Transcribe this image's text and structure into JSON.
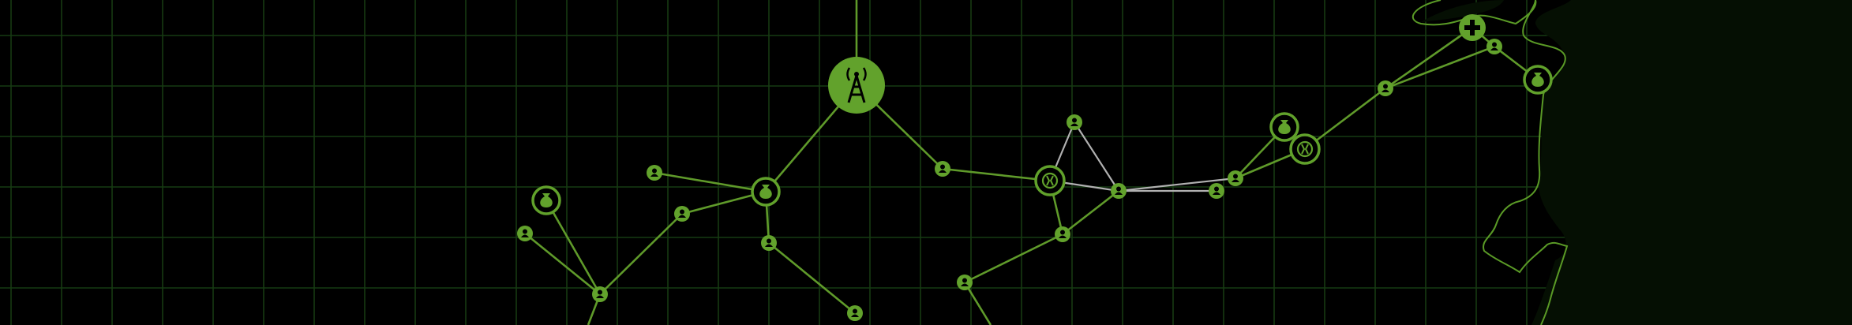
{
  "map": {
    "colors": {
      "background": "#000000",
      "grid": "#163a12",
      "link": "#5f9a2a",
      "special_link": "#b1b1b1",
      "node": "#62a22c",
      "coast": "#5a9a26"
    },
    "nodes": [
      {
        "id": "tower",
        "kind": "tower",
        "icon": "radio-tower-icon"
      },
      {
        "id": "hub-left",
        "kind": "bag",
        "icon": "money-bag-icon"
      },
      {
        "id": "bag-far-left",
        "kind": "bag",
        "icon": "money-bag-icon"
      },
      {
        "id": "bag-mid-right",
        "kind": "bag",
        "icon": "money-bag-icon"
      },
      {
        "id": "bag-coast",
        "kind": "bag",
        "icon": "money-bag-icon"
      },
      {
        "id": "virus-center",
        "kind": "virus",
        "icon": "virus-icon"
      },
      {
        "id": "virus-right",
        "kind": "virus",
        "icon": "virus-icon"
      },
      {
        "id": "medical",
        "kind": "medical",
        "icon": "medical-cross-icon"
      },
      {
        "id": "p1",
        "kind": "person",
        "icon": "person-icon"
      },
      {
        "id": "p2",
        "kind": "person",
        "icon": "person-icon"
      },
      {
        "id": "p3",
        "kind": "person",
        "icon": "person-icon"
      },
      {
        "id": "p4",
        "kind": "person",
        "icon": "person-icon"
      },
      {
        "id": "p5",
        "kind": "person",
        "icon": "person-icon"
      },
      {
        "id": "p6",
        "kind": "person",
        "icon": "person-icon"
      },
      {
        "id": "p7",
        "kind": "person",
        "icon": "person-icon"
      },
      {
        "id": "p8",
        "kind": "person",
        "icon": "person-icon"
      },
      {
        "id": "p9",
        "kind": "person",
        "icon": "person-icon"
      },
      {
        "id": "p10",
        "kind": "person",
        "icon": "person-icon"
      },
      {
        "id": "p11",
        "kind": "person",
        "icon": "person-icon"
      },
      {
        "id": "p12",
        "kind": "person",
        "icon": "person-icon"
      },
      {
        "id": "p13",
        "kind": "person",
        "icon": "person-icon"
      },
      {
        "id": "p14",
        "kind": "person",
        "icon": "person-icon"
      },
      {
        "id": "p15",
        "kind": "person",
        "icon": "person-icon"
      },
      {
        "id": "p16",
        "kind": "person",
        "icon": "person-icon"
      }
    ],
    "links": [
      {
        "from": "tower",
        "to": "top-edge"
      },
      {
        "from": "tower",
        "to": "hub-left"
      },
      {
        "from": "tower",
        "to": "p5"
      },
      {
        "from": "hub-left",
        "to": "p1"
      },
      {
        "from": "hub-left",
        "to": "p2"
      },
      {
        "from": "hub-left",
        "to": "p3"
      },
      {
        "from": "p2",
        "to": "p4"
      },
      {
        "from": "p3",
        "to": "p6"
      },
      {
        "from": "p4",
        "to": "bag-far-left"
      },
      {
        "from": "p4",
        "to": "p7"
      },
      {
        "from": "p4",
        "to": "bottom-edge-a"
      },
      {
        "from": "p5",
        "to": "virus-center"
      },
      {
        "from": "virus-center",
        "to": "p8",
        "special": true
      },
      {
        "from": "virus-center",
        "to": "p9"
      },
      {
        "from": "virus-center",
        "to": "p10",
        "special": true
      },
      {
        "from": "p8",
        "to": "p10",
        "special": true
      },
      {
        "from": "p10",
        "to": "p9"
      },
      {
        "from": "p10",
        "to": "p11",
        "special": true
      },
      {
        "from": "p10",
        "to": "p12",
        "special": true
      },
      {
        "from": "p9",
        "to": "p13"
      },
      {
        "from": "p13",
        "to": "bottom-edge-b"
      },
      {
        "from": "p12",
        "to": "bag-mid-right"
      },
      {
        "from": "p12",
        "to": "virus-right"
      },
      {
        "from": "virus-right",
        "to": "p14"
      },
      {
        "from": "p14",
        "to": "medical"
      },
      {
        "from": "p14",
        "to": "p15"
      },
      {
        "from": "p15",
        "to": "medical"
      },
      {
        "from": "p15",
        "to": "bag-coast"
      }
    ]
  }
}
